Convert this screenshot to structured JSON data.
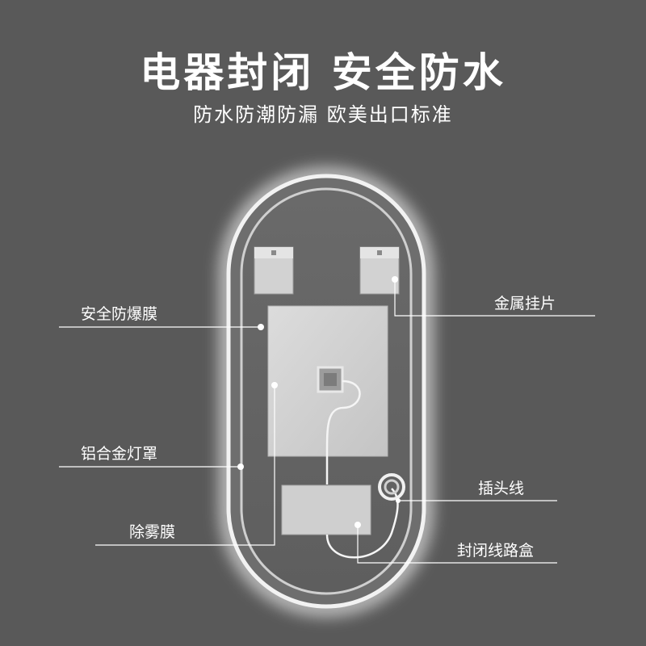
{
  "header": {
    "title": "电器封闭 安全防水",
    "subtitle": "防水防潮防漏 欧美出口标准"
  },
  "labels": {
    "explosion_film": "安全防爆膜",
    "aluminum_cover": "铝合金灯罩",
    "antifog_film": "除雾膜",
    "metal_bracket": "金属挂片",
    "plug_wire": "插头线",
    "sealed_box": "封闭线路盒"
  },
  "colors": {
    "background": "#595959",
    "glow": "#ffffff",
    "line": "#ffffff"
  }
}
